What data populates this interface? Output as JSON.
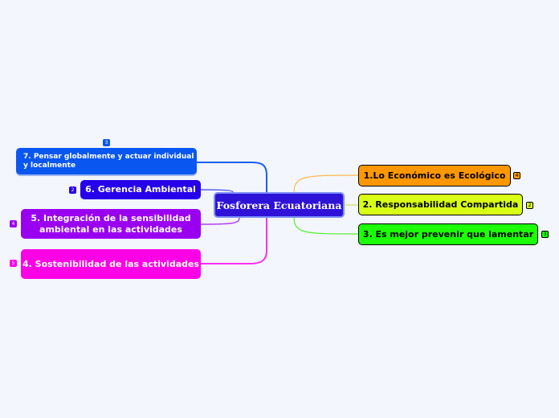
{
  "central": {
    "label": "Fosforera Ecuatoriana",
    "color": "#2f12d8"
  },
  "branches_right": [
    {
      "label": "1.Lo Económico es Ecológico",
      "badge": "4",
      "color": "#ff9800",
      "line_color": "#ffb84d"
    },
    {
      "label": "2. Responsabilidad Compartida",
      "badge": "2",
      "color": "#d9ff16",
      "line_color": "#e0f080"
    },
    {
      "label": "3. Es mejor prevenir que lamentar",
      "badge": "3",
      "color": "#1cff06",
      "line_color": "#55ee33"
    }
  ],
  "branches_left": [
    {
      "label": "7. Pensar globalmente y actuar individual y localmente",
      "badge": "3",
      "color": "#0a56f0"
    },
    {
      "label": "6. Gerencia Ambiental",
      "badge": "2",
      "color": "#2600ea"
    },
    {
      "label": "5. Integración de la sensibilidad ambiental en las actividades",
      "badge": "4",
      "color": "#9a00f0"
    },
    {
      "label": "4. Sostenibilidad de las actividades",
      "badge": "5",
      "color": "#ff00e6"
    }
  ]
}
